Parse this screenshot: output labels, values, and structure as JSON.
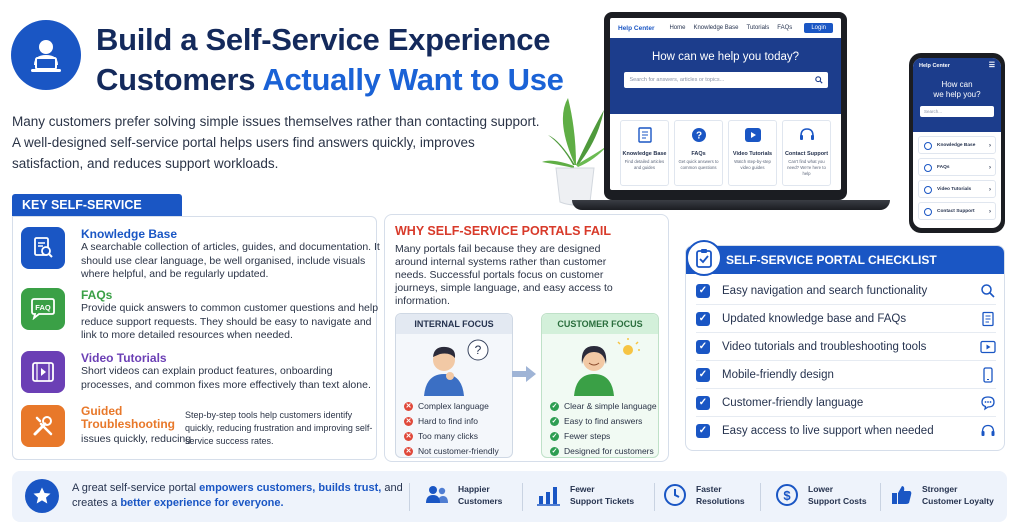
{
  "header": {
    "title_line1": "Build a Self-Service Experience",
    "title_line2_start": "Customers ",
    "title_line2_accent": "Actually Want to Use",
    "intro": "Many customers prefer solving simple issues themselves rather than contacting support. A well-designed self-service portal helps users find answers quickly, improves satisfaction, and reduces support workloads."
  },
  "tools": {
    "title": "KEY SELF-SERVICE TOOLS",
    "items": [
      {
        "name": "Knowledge Base",
        "color": "#1a56c4",
        "icon": "document-search-icon",
        "desc": "A searchable collection of articles, guides, and documentation. It should use clear language, be well organised, include visuals where helpful, and be regularly updated."
      },
      {
        "name": "FAQs",
        "color": "#3aa046",
        "icon": "faq-icon",
        "desc": "Provide quick answers to common customer questions and help reduce support requests. They should be easy to navigate and link to more detailed resources when needed."
      },
      {
        "name": "Video Tutorials",
        "color": "#6b3fb5",
        "icon": "video-icon",
        "desc": "Short videos can explain product features, onboarding processes, and common fixes more effectively than text alone."
      },
      {
        "name": "Guided Troubleshooting",
        "color": "#e8782a",
        "icon": "tools-icon",
        "desc": "issues quickly, reducing",
        "desc_small": "Step-by-step tools help customers identify quickly, reducing frustration and improving self-service success rates."
      }
    ]
  },
  "why_fail": {
    "title": "WHY SELF-SERVICE PORTALS FAIL",
    "desc": "Many portals fail because they are designed around internal systems rather than customer needs. Successful portals focus on customer journeys, simple language, and easy access to information.",
    "internal": {
      "label": "INTERNAL FOCUS",
      "items": [
        "Complex language",
        "Hard to find info",
        "Too many clicks",
        "Not customer-friendly"
      ]
    },
    "customer": {
      "label": "CUSTOMER FOCUS",
      "items": [
        "Clear & simple language",
        "Easy to find answers",
        "Fewer steps",
        "Designed for customers"
      ]
    }
  },
  "checklist": {
    "title": "SELF-SERVICE PORTAL CHECKLIST",
    "items": [
      {
        "label": "Easy navigation and search functionality",
        "icon": "search-icon"
      },
      {
        "label": "Updated knowledge base and FAQs",
        "icon": "document-icon"
      },
      {
        "label": "Video tutorials and troubleshooting tools",
        "icon": "play-icon"
      },
      {
        "label": "Mobile-friendly design",
        "icon": "mobile-icon"
      },
      {
        "label": "Customer-friendly language",
        "icon": "chat-icon"
      },
      {
        "label": "Easy access to live support when needed",
        "icon": "headset-icon"
      }
    ]
  },
  "laptop": {
    "brand": "Help Center",
    "nav": [
      "Home",
      "Knowledge Base",
      "Tutorials",
      "FAQs"
    ],
    "login": "Login",
    "hero": "How can we help you today?",
    "search_placeholder": "Search for answers, articles or topics...",
    "cards": [
      {
        "title": "Knowledge Base",
        "desc": "Find detailed articles and guides"
      },
      {
        "title": "FAQs",
        "desc": "Get quick answers to common questions"
      },
      {
        "title": "Video Tutorials",
        "desc": "Watch step-by-step video guides"
      },
      {
        "title": "Contact Support",
        "desc": "Can't find what you need? We're here to help"
      }
    ]
  },
  "phone": {
    "brand": "Help Center",
    "hero_line1": "How can",
    "hero_line2": "we help you?",
    "search_placeholder": "Search...",
    "rows": [
      "Knowledge Base",
      "FAQs",
      "Video Tutorials",
      "Contact Support"
    ]
  },
  "bottom": {
    "text_a": "A great self-service portal ",
    "text_b": "empowers customers, builds trust,",
    "text_c": " and creates a ",
    "text_d": "better experience for everyone.",
    "stats": [
      {
        "line1": "Happier",
        "line2": "Customers",
        "icon": "people-icon"
      },
      {
        "line1": "Fewer",
        "line2": "Support Tickets",
        "icon": "bar-chart-icon"
      },
      {
        "line1": "Faster",
        "line2": "Resolutions",
        "icon": "clock-icon"
      },
      {
        "line1": "Lower",
        "line2": "Support Costs",
        "icon": "dollar-icon"
      },
      {
        "line1": "Stronger",
        "line2": "Customer Loyalty",
        "icon": "thumbs-up-icon"
      }
    ]
  }
}
